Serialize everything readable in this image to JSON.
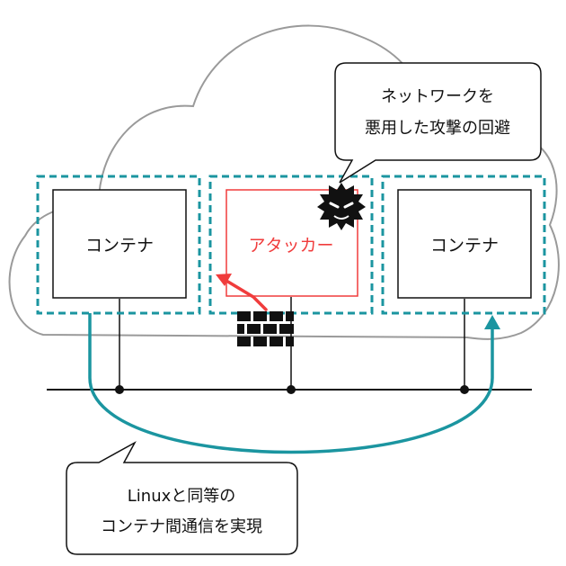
{
  "containers": [
    {
      "label": "コンテナ"
    },
    {
      "label": "アタッカー"
    },
    {
      "label": "コンテナ"
    }
  ],
  "callout_top": {
    "line1": "ネットワークを",
    "line2": "悪用した攻撃の回避"
  },
  "callout_bottom": {
    "line1": "Linuxと同等の",
    "line2": "コンテナ間通信を実現"
  },
  "colors": {
    "teal": "#1b95a0",
    "attacker_red": "#f03c3c",
    "cloud_stroke": "#9a9a9a",
    "black": "#111111"
  },
  "icons": [
    "attacker-icon",
    "firewall-icon"
  ]
}
